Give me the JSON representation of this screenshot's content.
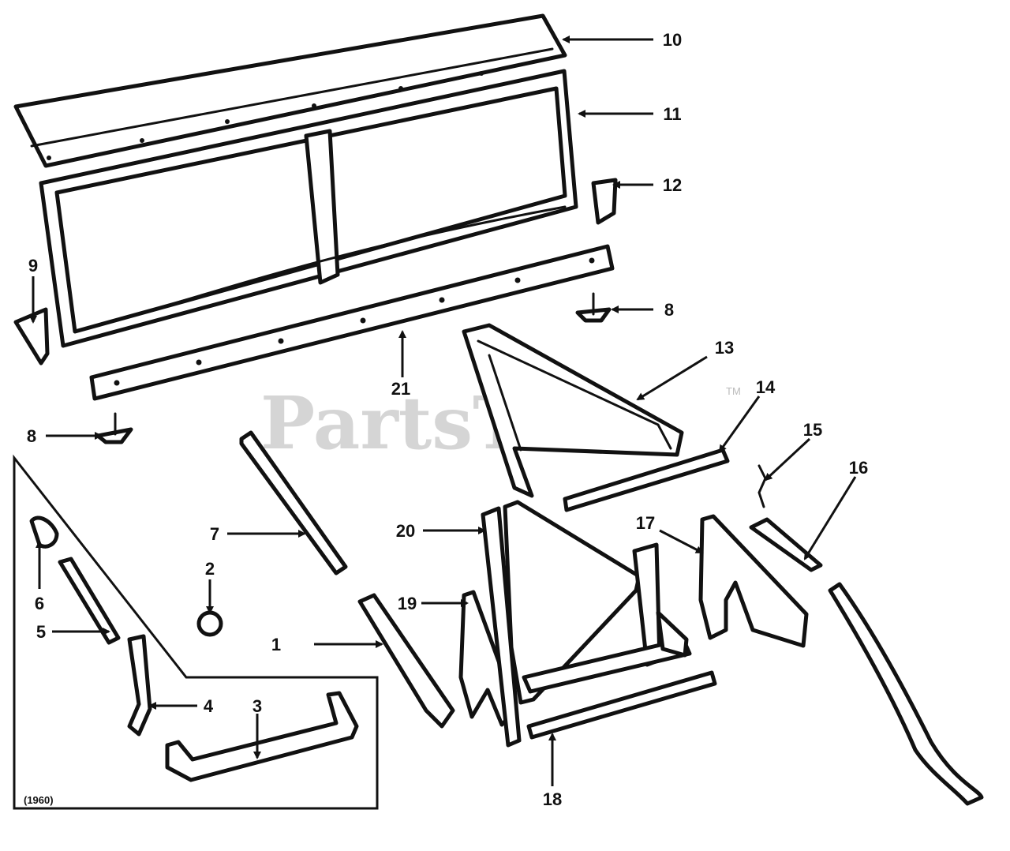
{
  "watermark": {
    "text": "PartsTree",
    "trademark": "TM"
  },
  "inset_note": "(1960)",
  "callouts": [
    "1",
    "2",
    "3",
    "4",
    "5",
    "6",
    "7",
    "8",
    "8",
    "9",
    "10",
    "11",
    "12",
    "13",
    "14",
    "15",
    "16",
    "17",
    "18",
    "19",
    "20",
    "21"
  ]
}
